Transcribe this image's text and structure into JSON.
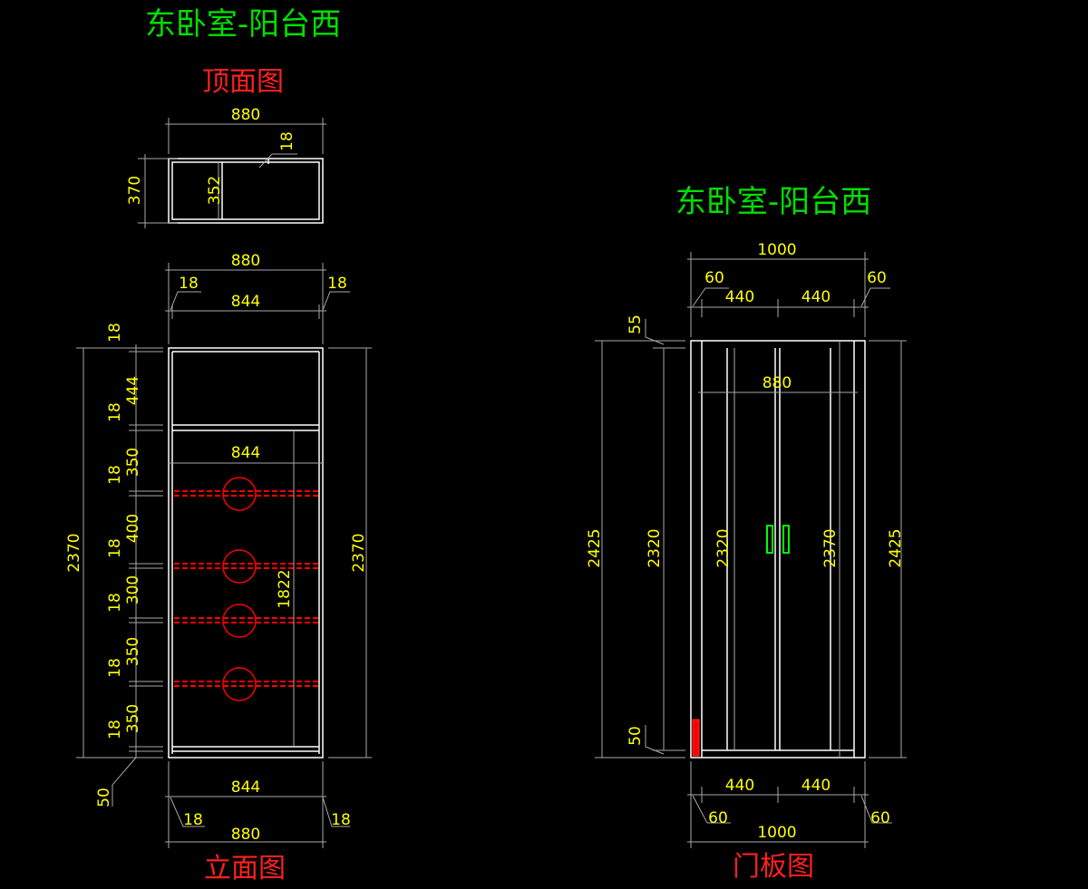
{
  "colors": {
    "background": "#000000",
    "outline": "#FFFFFF",
    "dim_line": "#A8A8A8",
    "dim_text": "#FFFF00",
    "title_text": "#00E000",
    "label_text": "#FF2020",
    "shelf_pin": "#FF0000",
    "handle": "#00FF00"
  },
  "left": {
    "title": "东卧室-阳台西",
    "top_view": {
      "label": "顶面图",
      "width": "880",
      "depth": "370",
      "inner_depth": "352",
      "panel": "18"
    },
    "front_view": {
      "label": "立面图",
      "top_width": "880",
      "top_side_left": "18",
      "top_side_right": "18",
      "top_inner": "844",
      "shelf_inner": "844",
      "bottom_inner": "844",
      "bottom_side_left": "18",
      "bottom_side_right": "18",
      "bottom_width": "880",
      "total_height_left": "2370",
      "total_height_right": "2370",
      "inner_height": "1822",
      "plinth": "50",
      "panels": [
        "18",
        "18",
        "18",
        "18",
        "18",
        "18",
        "18"
      ],
      "gaps": [
        "444",
        "350",
        "400",
        "300",
        "350",
        "350"
      ]
    }
  },
  "right": {
    "title": "东卧室-阳台西",
    "door_view": {
      "label": "门板图",
      "top_total": "1000",
      "top_side_left": "60",
      "top_side_right": "60",
      "top_door_left": "440",
      "top_door_right": "440",
      "inner_width": "880",
      "bottom_door_left": "440",
      "bottom_door_right": "440",
      "bottom_side_left": "60",
      "bottom_side_right": "60",
      "bottom_total": "1000",
      "top_gap": "55",
      "bottom_gap": "50",
      "height_outer_left": "2425",
      "height_2320_a": "2320",
      "height_2320_b": "2320",
      "height_2370": "2370",
      "height_outer_right": "2425"
    }
  }
}
